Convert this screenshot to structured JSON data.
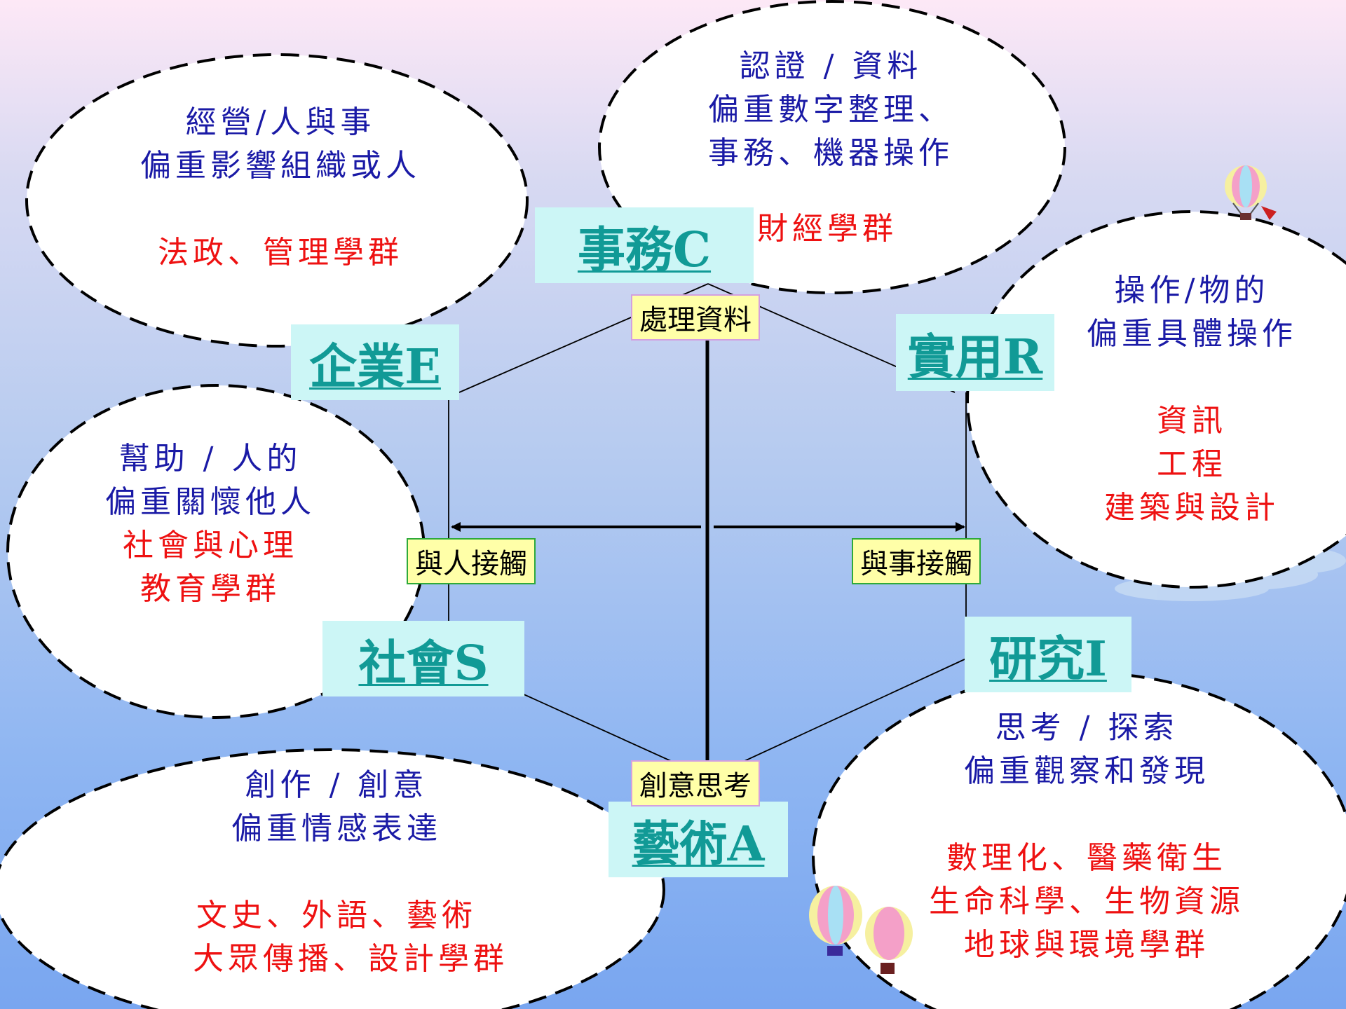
{
  "colors": {
    "blue_text": "#1a1aa6",
    "red_text": "#ee1111",
    "type_code": "#119a96",
    "tag_bg": "#ccf6f6",
    "axis_label_bg": "#ffffa8",
    "axis_label_border_top": "#d3a0e0",
    "axis_label_border_side": "#2eaa3a"
  },
  "types": {
    "C": "事務C",
    "E": "企業E",
    "R": "實用R",
    "S": "社會S",
    "I": "研究I",
    "A": "藝術A"
  },
  "axes": {
    "top": "處理資料",
    "bottom": "創意思考",
    "left": "與人接觸",
    "right": "與事接觸"
  },
  "bubbles": {
    "E": {
      "blue": [
        "經營/人與事",
        "偏重影響組織或人"
      ],
      "red": [
        "法政、管理學群"
      ]
    },
    "C": {
      "blue": [
        "認證 / 資料",
        "偏重數字整理、",
        "事務、機器操作"
      ],
      "red": [
        "財經學群"
      ]
    },
    "R": {
      "blue": [
        "操作/物的",
        "偏重具體操作"
      ],
      "red": [
        "資訊",
        "工程",
        "建築與設計"
      ]
    },
    "S": {
      "blue": [
        "幫助 / 人的",
        "偏重關懷他人"
      ],
      "red": [
        "社會與心理",
        "教育學群"
      ]
    },
    "I": {
      "blue": [
        "思考 / 探索",
        "偏重觀察和發現"
      ],
      "red": [
        "數理化、醫藥衛生",
        "生命科學、生物資源",
        "地球與環境學群"
      ]
    },
    "A": {
      "blue": [
        "創作 / 創意",
        "偏重情感表達"
      ],
      "red": [
        "文史、外語、藝術",
        "大眾傳播、設計學群"
      ]
    }
  }
}
